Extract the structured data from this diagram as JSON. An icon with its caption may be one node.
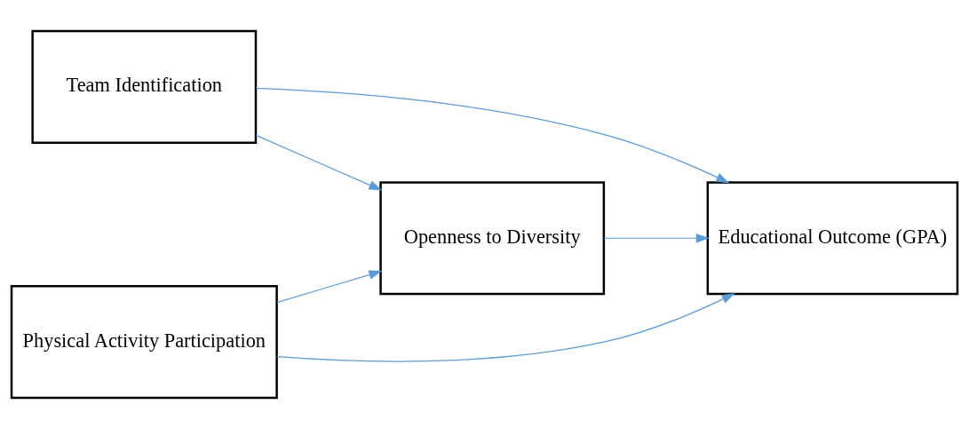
{
  "diagram": {
    "nodes": [
      {
        "text": [
          "Team Identification"
        ]
      },
      {
        "text": [
          "Physical Activity Participation"
        ]
      },
      {
        "text": [
          "Openness to Diversity"
        ]
      },
      {
        "text": [
          "Educational Outcome (GPA)"
        ]
      }
    ],
    "edges": [
      {
        "from": 0,
        "to": 3,
        "arrow": "to"
      },
      {
        "from": 0,
        "to": 2,
        "arrow": "to"
      },
      {
        "from": 2,
        "to": 3,
        "arrow": "to"
      },
      {
        "from": 1,
        "to": 2,
        "arrow": "to"
      },
      {
        "from": 1,
        "to": 3,
        "arrow": "to"
      }
    ]
  }
}
